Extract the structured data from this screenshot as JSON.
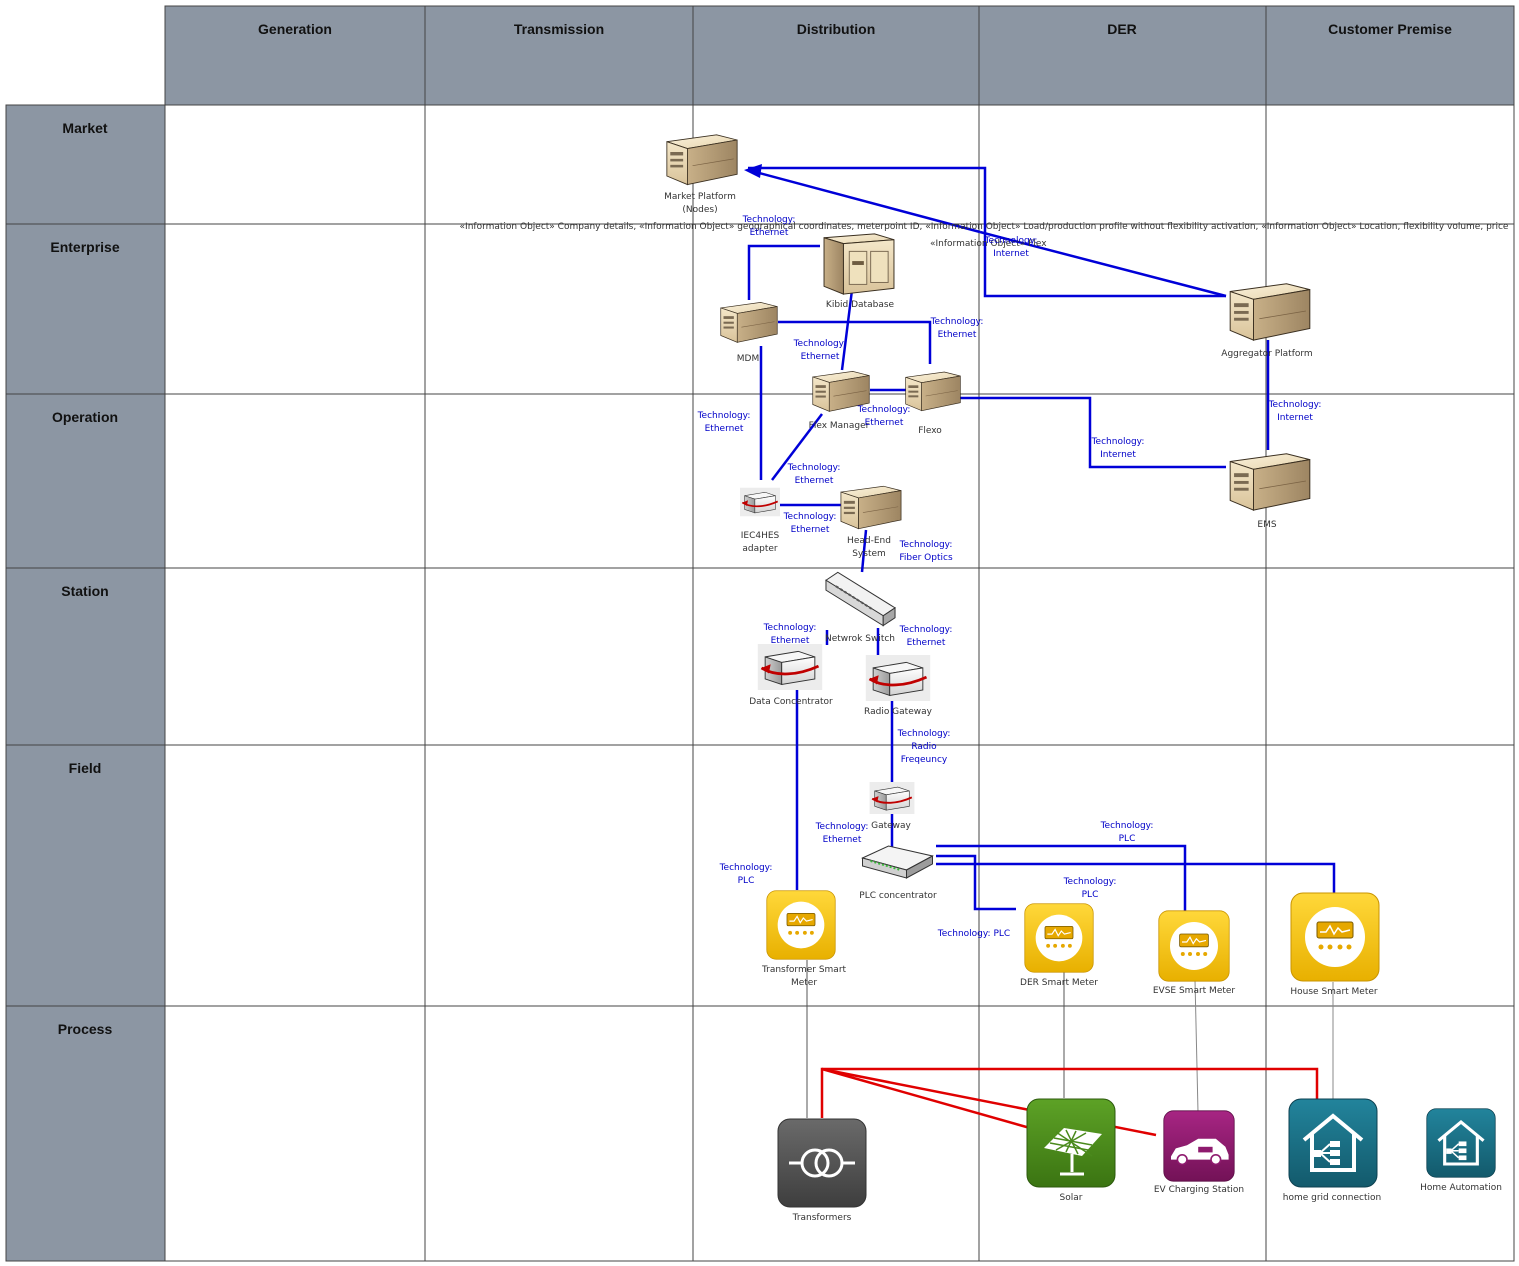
{
  "columns": [
    "Generation",
    "Transmission",
    "Distribution",
    "DER",
    "Customer Premise"
  ],
  "rows": [
    "Market",
    "Enterprise",
    "Operation",
    "Station",
    "Field",
    "Process"
  ],
  "colors": {
    "header_fill": "#8c96a3",
    "grid_line": "#444444",
    "link_blue": "#0000d8",
    "link_red": "#e00000",
    "link_gray": "#777777",
    "meter_yellow": "#f5c400",
    "transformer_gray": "#555555",
    "solar_green": "#4a8a1c",
    "ev_purple": "#8e1a6e",
    "home_teal": "#1a6f84"
  },
  "components": {
    "market_platform": "Market Platform (Nodes)",
    "kibid_database": "Kibid Database",
    "mdm": "MDM",
    "flex_manager": "Flex Manager",
    "flexo": "Flexo",
    "aggregator_platform": "Aggregator Platform",
    "ems": "EMS",
    "iec4hes_adapter": "IEC4HES adapter",
    "head_end_system": "Head-End System",
    "network_switch": "Netwrok Switch",
    "data_concentrator": "Data Concentrator",
    "radio_gateway": "Radio Gateway",
    "gateway": "Gateway",
    "plc_concentrator": "PLC concentrator",
    "transformer_smart_meter": "Transformer Smart Meter",
    "der_smart_meter": "DER Smart Meter",
    "evse_smart_meter": "EVSE Smart Meter",
    "house_smart_meter": "House Smart Meter",
    "transformers": "Transformers",
    "solar": "Solar",
    "ev_charging_station": "EV Charging Station",
    "home_grid_connection": "home grid connection",
    "home_automation": "Home Automation"
  },
  "info_objects": {
    "main": "«Information Object» Company details, «Information Object» geographical coordinates,  meterpoint ID, «Information Object» Load/production profile without flexibility activation, «Information Object» Location, flexibility volume, price",
    "second": "«Information Object» Flex"
  },
  "technology": {
    "ethernet": "Technology: Ethernet",
    "internet": "Technology: Internet",
    "fiber": "Technology: Fiber Optics",
    "radio": "Technology: Radio Freqeuncy",
    "plc": "Technology: PLC"
  }
}
